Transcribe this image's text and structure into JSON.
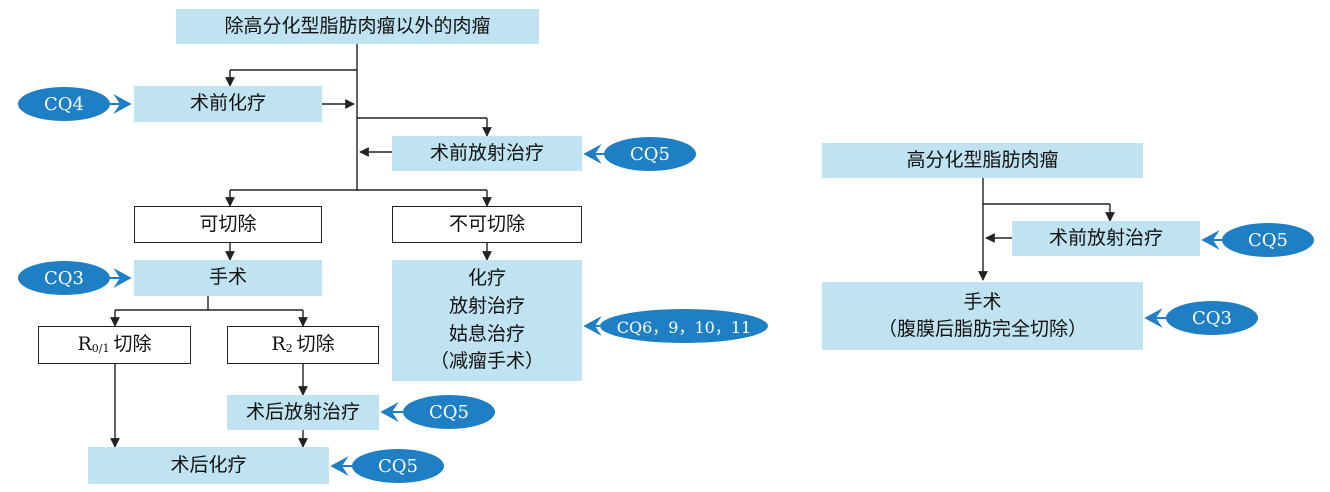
{
  "left": {
    "top": "除高分化型脂肪肉瘤以外的肉瘤",
    "preop_chemo": "术前化疗",
    "preop_rt": "术前放射治疗",
    "resectable": "可切除",
    "unresectable": "不可切除",
    "surgery": "手术",
    "r01_r": "R",
    "r01_sub": "0/1",
    "r01_text": "切除",
    "r2_r": "R",
    "r2_sub": "2",
    "r2_text": "切除",
    "nonsurg": [
      "化疗",
      "放射治疗",
      "姑息治疗",
      "（减瘤手术）"
    ],
    "postop_rt": "术后放射治疗",
    "postop_chemo": "术后化疗"
  },
  "right": {
    "top": "高分化型脂肪肉瘤",
    "preop_rt": "术前放射治疗",
    "surgery": [
      "手术",
      "（腹膜后脂肪完全切除）"
    ]
  },
  "cq": {
    "preop_chemo": "CQ4",
    "preop_rt": "CQ5",
    "surgery": "CQ3",
    "nonsurg": "CQ6，9，10，11",
    "postop_rt": "CQ5",
    "postop_chemo": "CQ5",
    "right_preop_rt": "CQ5",
    "right_surgery": "CQ3"
  },
  "colors": {
    "box_fill": "#bfe3f1",
    "oval_fill": "#1f7fc4",
    "line": "#222222"
  }
}
